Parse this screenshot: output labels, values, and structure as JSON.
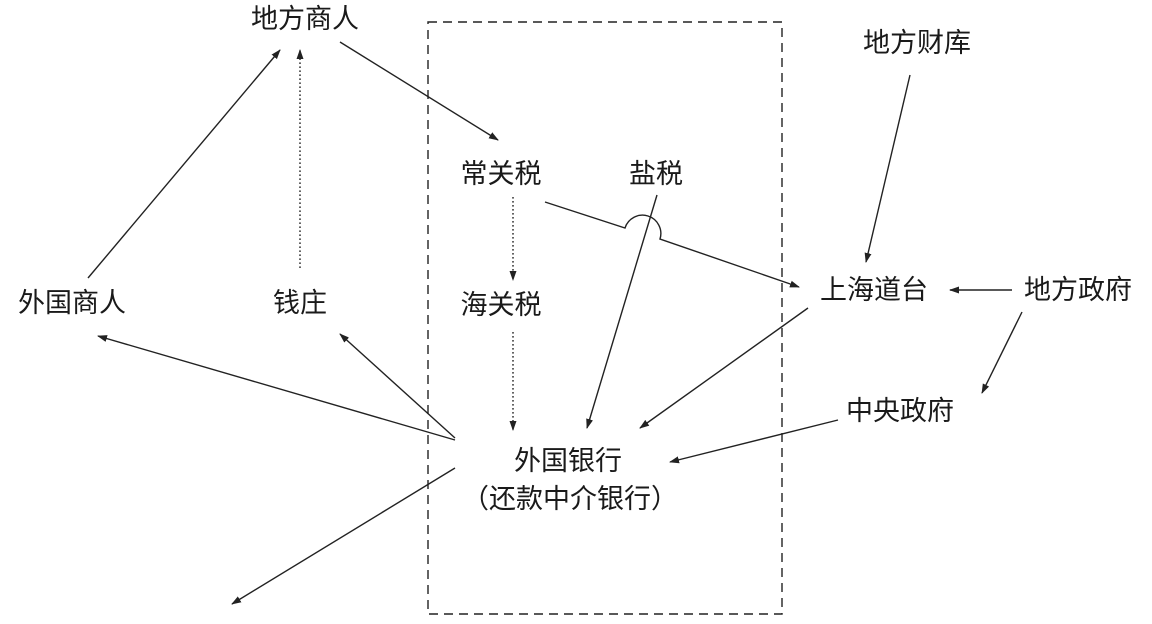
{
  "nodes": {
    "local_merchants": "地方商人",
    "local_treasury": "地方财库",
    "customs_tax": "常关税",
    "salt_tax": "盐税",
    "foreign_merchants": "外国商人",
    "native_bank": "钱庄",
    "maritime_customs_tax": "海关税",
    "shanghai_daotai": "上海道台",
    "local_government": "地方政府",
    "central_government": "中央政府",
    "foreign_bank": "外国银行",
    "foreign_bank_note": "（还款中介银行）"
  }
}
